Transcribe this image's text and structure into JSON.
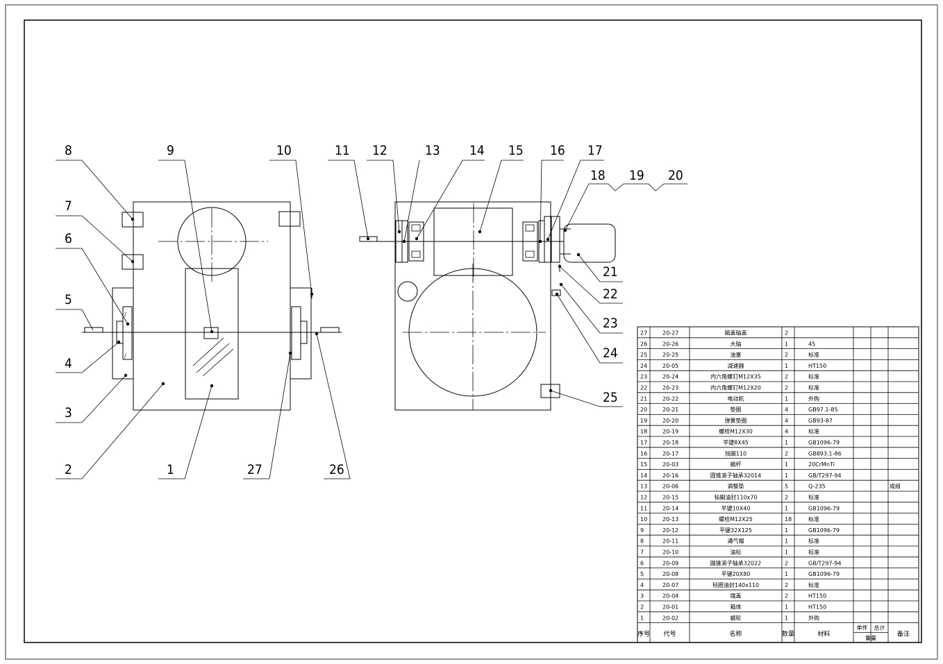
{
  "callouts": {
    "n1": "1",
    "n2": "2",
    "n3": "3",
    "n4": "4",
    "n5": "5",
    "n6": "6",
    "n7": "7",
    "n8": "8",
    "n9": "9",
    "n10": "10",
    "n11": "11",
    "n12": "12",
    "n13": "13",
    "n14": "14",
    "n15": "15",
    "n16": "16",
    "n17": "17",
    "n18": "18",
    "n19": "19",
    "n20": "20",
    "n21": "21",
    "n22": "22",
    "n23": "23",
    "n24": "24",
    "n25": "25",
    "n26": "26",
    "n27": "27"
  },
  "bom": {
    "rows": [
      {
        "no": "27",
        "code": "20-27",
        "name": "箱盖轴盖",
        "qty": "2",
        "material": "",
        "note": ""
      },
      {
        "no": "26",
        "code": "20-26",
        "name": "大轴",
        "qty": "1",
        "material": "45",
        "note": ""
      },
      {
        "no": "25",
        "code": "20-25",
        "name": "油塞",
        "qty": "2",
        "material": "标准",
        "note": ""
      },
      {
        "no": "24",
        "code": "20-05",
        "name": "减速器",
        "qty": "1",
        "material": "HT150",
        "note": ""
      },
      {
        "no": "23",
        "code": "20-24",
        "name": "内六角螺钉M12X35",
        "qty": "2",
        "material": "标准",
        "note": ""
      },
      {
        "no": "22",
        "code": "20-23",
        "name": "内六角螺钉M12X20",
        "qty": "2",
        "material": "标准",
        "note": ""
      },
      {
        "no": "21",
        "code": "20-22",
        "name": "电动机",
        "qty": "1",
        "material": "外购",
        "note": ""
      },
      {
        "no": "20",
        "code": "20-21",
        "name": "垫圈",
        "qty": "4",
        "material": "GB97.1-85",
        "note": ""
      },
      {
        "no": "19",
        "code": "20-20",
        "name": "弹簧垫圈",
        "qty": "4",
        "material": "GB93-87",
        "note": ""
      },
      {
        "no": "18",
        "code": "20-19",
        "name": "螺栓M12X30",
        "qty": "4",
        "material": "标准",
        "note": ""
      },
      {
        "no": "17",
        "code": "20-18",
        "name": "平键8X45",
        "qty": "1",
        "material": "GB1096-79",
        "note": ""
      },
      {
        "no": "16",
        "code": "20-17",
        "name": "挡圈110",
        "qty": "2",
        "material": "GB893.1-86",
        "note": ""
      },
      {
        "no": "15",
        "code": "20-03",
        "name": "蜗杆",
        "qty": "1",
        "material": "20CrMnTi",
        "note": ""
      },
      {
        "no": "14",
        "code": "20-16",
        "name": "圆锥滚子轴承32014",
        "qty": "1",
        "material": "GB/T297-94",
        "note": ""
      },
      {
        "no": "13",
        "code": "20-06",
        "name": "调整垫",
        "qty": "5",
        "material": "Q-235",
        "note": "成组"
      },
      {
        "no": "12",
        "code": "20-15",
        "name": "毡圈油封110x70",
        "qty": "2",
        "material": "标准",
        "note": ""
      },
      {
        "no": "11",
        "code": "20-14",
        "name": "平键10X40",
        "qty": "1",
        "material": "GB1096-79",
        "note": ""
      },
      {
        "no": "10",
        "code": "20-13",
        "name": "螺栓M12X25",
        "qty": "18",
        "material": "标准",
        "note": ""
      },
      {
        "no": "9",
        "code": "20-12",
        "name": "平键32X125",
        "qty": "1",
        "material": "GB1096-79",
        "note": ""
      },
      {
        "no": "8",
        "code": "20-11",
        "name": "通气帽",
        "qty": "1",
        "material": "标准",
        "note": ""
      },
      {
        "no": "7",
        "code": "20-10",
        "name": "油标",
        "qty": "1",
        "material": "标准",
        "note": ""
      },
      {
        "no": "6",
        "code": "20-09",
        "name": "圆锥滚子轴承32022",
        "qty": "2",
        "material": "GB/T297-94",
        "note": ""
      },
      {
        "no": "5",
        "code": "20-08",
        "name": "平键20X80",
        "qty": "1",
        "material": "GB1096-79",
        "note": ""
      },
      {
        "no": "4",
        "code": "20-07",
        "name": "毡圈油封140x110",
        "qty": "2",
        "material": "标准",
        "note": ""
      },
      {
        "no": "3",
        "code": "20-04",
        "name": "端盖",
        "qty": "2",
        "material": "HT150",
        "note": ""
      },
      {
        "no": "2",
        "code": "20-01",
        "name": "箱体",
        "qty": "1",
        "material": "HT150",
        "note": ""
      },
      {
        "no": "1",
        "code": "20-02",
        "name": "蜗轮",
        "qty": "1",
        "material": "外购",
        "note": ""
      }
    ],
    "header": {
      "no": "序号",
      "code": "代号",
      "name": "名称",
      "qty": "数量",
      "material": "材料",
      "single": "单件",
      "total": "总计",
      "weight": "重量",
      "note": "备注"
    }
  }
}
